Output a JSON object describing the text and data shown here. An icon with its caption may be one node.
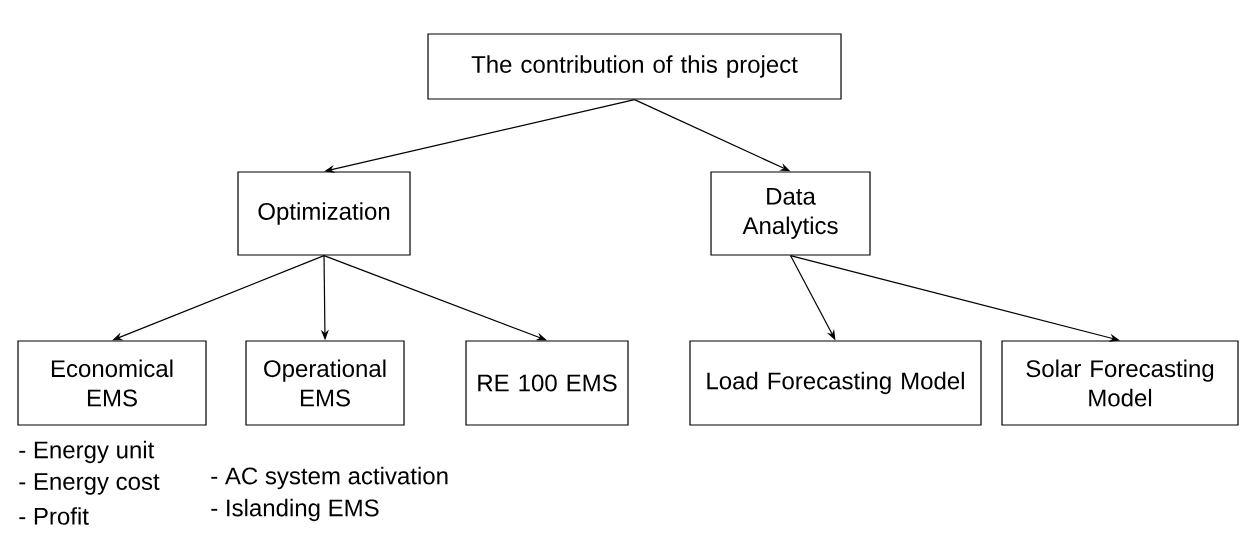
{
  "diagram": {
    "nodes": [
      {
        "text": [
          "The contribution of this project"
        ]
      },
      {
        "text": [
          "Optimization"
        ]
      },
      {
        "text": [
          "Data Analytics"
        ]
      },
      {
        "text": [
          "Economical EMS"
        ]
      },
      {
        "text": [
          "Operational EMS"
        ]
      },
      {
        "text": [
          "RE 100 EMS"
        ]
      },
      {
        "text": [
          "Load Forecasting Model"
        ]
      },
      {
        "text": [
          "Solar Forecasting Model"
        ]
      }
    ],
    "edges": [
      {
        "from": 0,
        "to": 1,
        "arrow": "to"
      },
      {
        "from": 0,
        "to": 2,
        "arrow": "to"
      },
      {
        "from": 1,
        "to": 3,
        "arrow": "to"
      },
      {
        "from": 1,
        "to": 4,
        "arrow": "to"
      },
      {
        "from": 1,
        "to": 5,
        "arrow": "to"
      },
      {
        "from": 2,
        "to": 6,
        "arrow": "to"
      },
      {
        "from": 2,
        "to": 7,
        "arrow": "to"
      }
    ],
    "labels": [
      "- Energy unit",
      "- Energy cost",
      "- Profit",
      "- AC system activation",
      "- Islanding EMS"
    ]
  }
}
